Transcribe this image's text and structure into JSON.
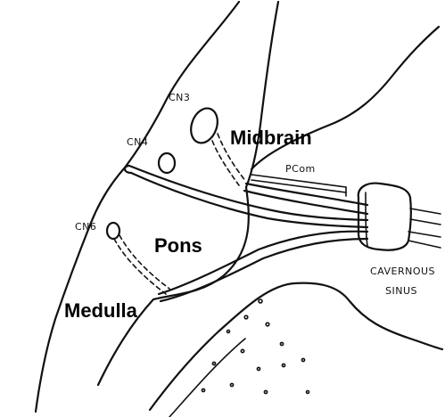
{
  "labels": {
    "midbrain": "Midbrain",
    "pons": "Pons",
    "medulla": "Medulla",
    "cn3": "CN3",
    "cn4": "CN4",
    "cn6": "CN6",
    "pcom": "PCom",
    "cavernous_line1": "CAVERNOUS",
    "cavernous_line2": "SINUS"
  }
}
